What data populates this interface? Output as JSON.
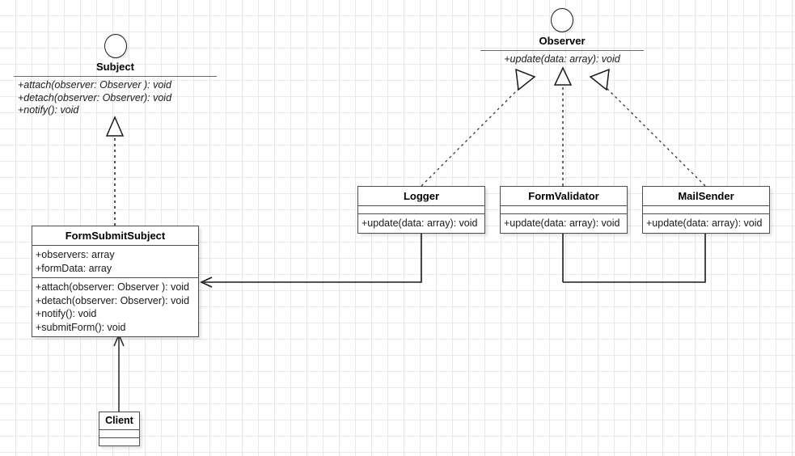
{
  "diagram": {
    "title": "Observer Pattern UML Class Diagram",
    "background": "#ffffff",
    "grid_color": "#e9e9e9",
    "line_color": "#333333",
    "box_border_color": "#4d4d4d"
  },
  "interfaces": [
    {
      "id": "subject",
      "name": "Subject",
      "stereotype_icon": "interface-circle-icon",
      "operations": [
        "+attach(observer: Observer ): void",
        "+detach(observer: Observer): void",
        "+notify(): void"
      ]
    },
    {
      "id": "observer",
      "name": "Observer",
      "stereotype_icon": "interface-circle-icon",
      "operations": [
        "+update(data: array): void"
      ]
    }
  ],
  "classes": [
    {
      "id": "formsubmitsubject",
      "name": "FormSubmitSubject",
      "attributes": [
        "+observers: array",
        "+formData: array"
      ],
      "operations": [
        "+attach(observer: Observer ): void",
        "+detach(observer: Observer): void",
        "+notify(): void",
        "+submitForm(): void"
      ]
    },
    {
      "id": "logger",
      "name": "Logger",
      "attributes": [],
      "operations": [
        "+update(data: array): void"
      ]
    },
    {
      "id": "formvalidator",
      "name": "FormValidator",
      "attributes": [],
      "operations": [
        "+update(data: array): void"
      ]
    },
    {
      "id": "mailsender",
      "name": "MailSender",
      "attributes": [],
      "operations": [
        "+update(data: array): void"
      ]
    },
    {
      "id": "client",
      "name": "Client",
      "attributes": [],
      "operations": []
    }
  ],
  "relations": [
    {
      "id": "rel-formsubmitsubject-subject",
      "type": "realization",
      "from": "FormSubmitSubject",
      "to": "Subject",
      "line": "dotted",
      "arrow": "hollow-triangle"
    },
    {
      "id": "rel-logger-observer",
      "type": "realization",
      "from": "Logger",
      "to": "Observer",
      "line": "dashed",
      "arrow": "hollow-triangle"
    },
    {
      "id": "rel-formvalidator-observer",
      "type": "realization",
      "from": "FormValidator",
      "to": "Observer",
      "line": "dashed",
      "arrow": "hollow-triangle"
    },
    {
      "id": "rel-mailsender-observer",
      "type": "realization",
      "from": "MailSender",
      "to": "Observer",
      "line": "dashed",
      "arrow": "hollow-triangle"
    },
    {
      "id": "rel-observers-formsubmitsubject",
      "type": "association",
      "from": "Logger, FormValidator, MailSender",
      "to": "FormSubmitSubject",
      "line": "solid",
      "arrow": "open-arrow"
    },
    {
      "id": "rel-client-formsubmitsubject",
      "type": "association",
      "from": "Client",
      "to": "FormSubmitSubject",
      "line": "solid",
      "arrow": "open-arrow"
    }
  ]
}
